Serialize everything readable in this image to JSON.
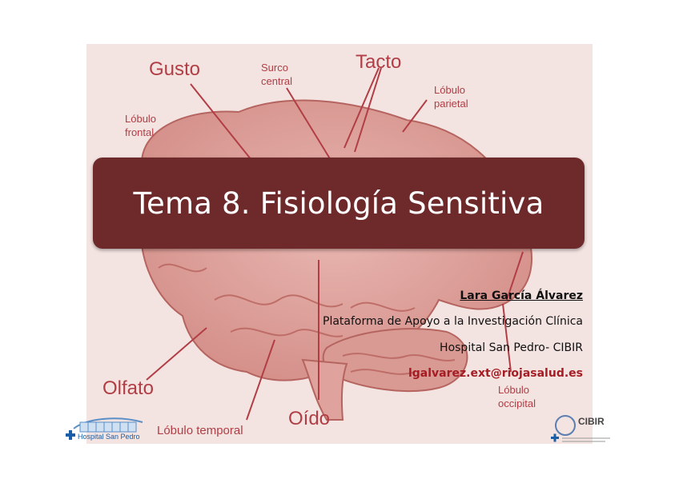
{
  "slide": {
    "title": "Tema 8. Fisiología Sensitiva",
    "author": "Lara García Álvarez",
    "affiliation": "Plataforma de Apoyo a la Investigación Clínica",
    "hospital": "Hospital San Pedro- CIBIR",
    "email": "lgalvarez.ext@riojasalud.es"
  },
  "brain_labels": {
    "gusto": "Gusto",
    "surco_central": [
      "Surco",
      "central"
    ],
    "tacto": "Tacto",
    "lobulo_parietal": [
      "Lóbulo",
      "parietal"
    ],
    "lobulo_frontal": [
      "Lóbulo",
      "frontal"
    ],
    "olfato": "Olfato",
    "lobulo_temporal": "Lóbulo temporal",
    "oido": "Oído",
    "lobulo_occipital": [
      "Lóbulo",
      "occipital"
    ]
  },
  "logos": {
    "hospital": "Hospital San Pedro",
    "cibir": "CIBIR"
  },
  "colors": {
    "title_box": "#6e2a2b",
    "label_red": "#b13e45",
    "email_red": "#a51d24",
    "brain_fill": "#e2a8a3"
  }
}
